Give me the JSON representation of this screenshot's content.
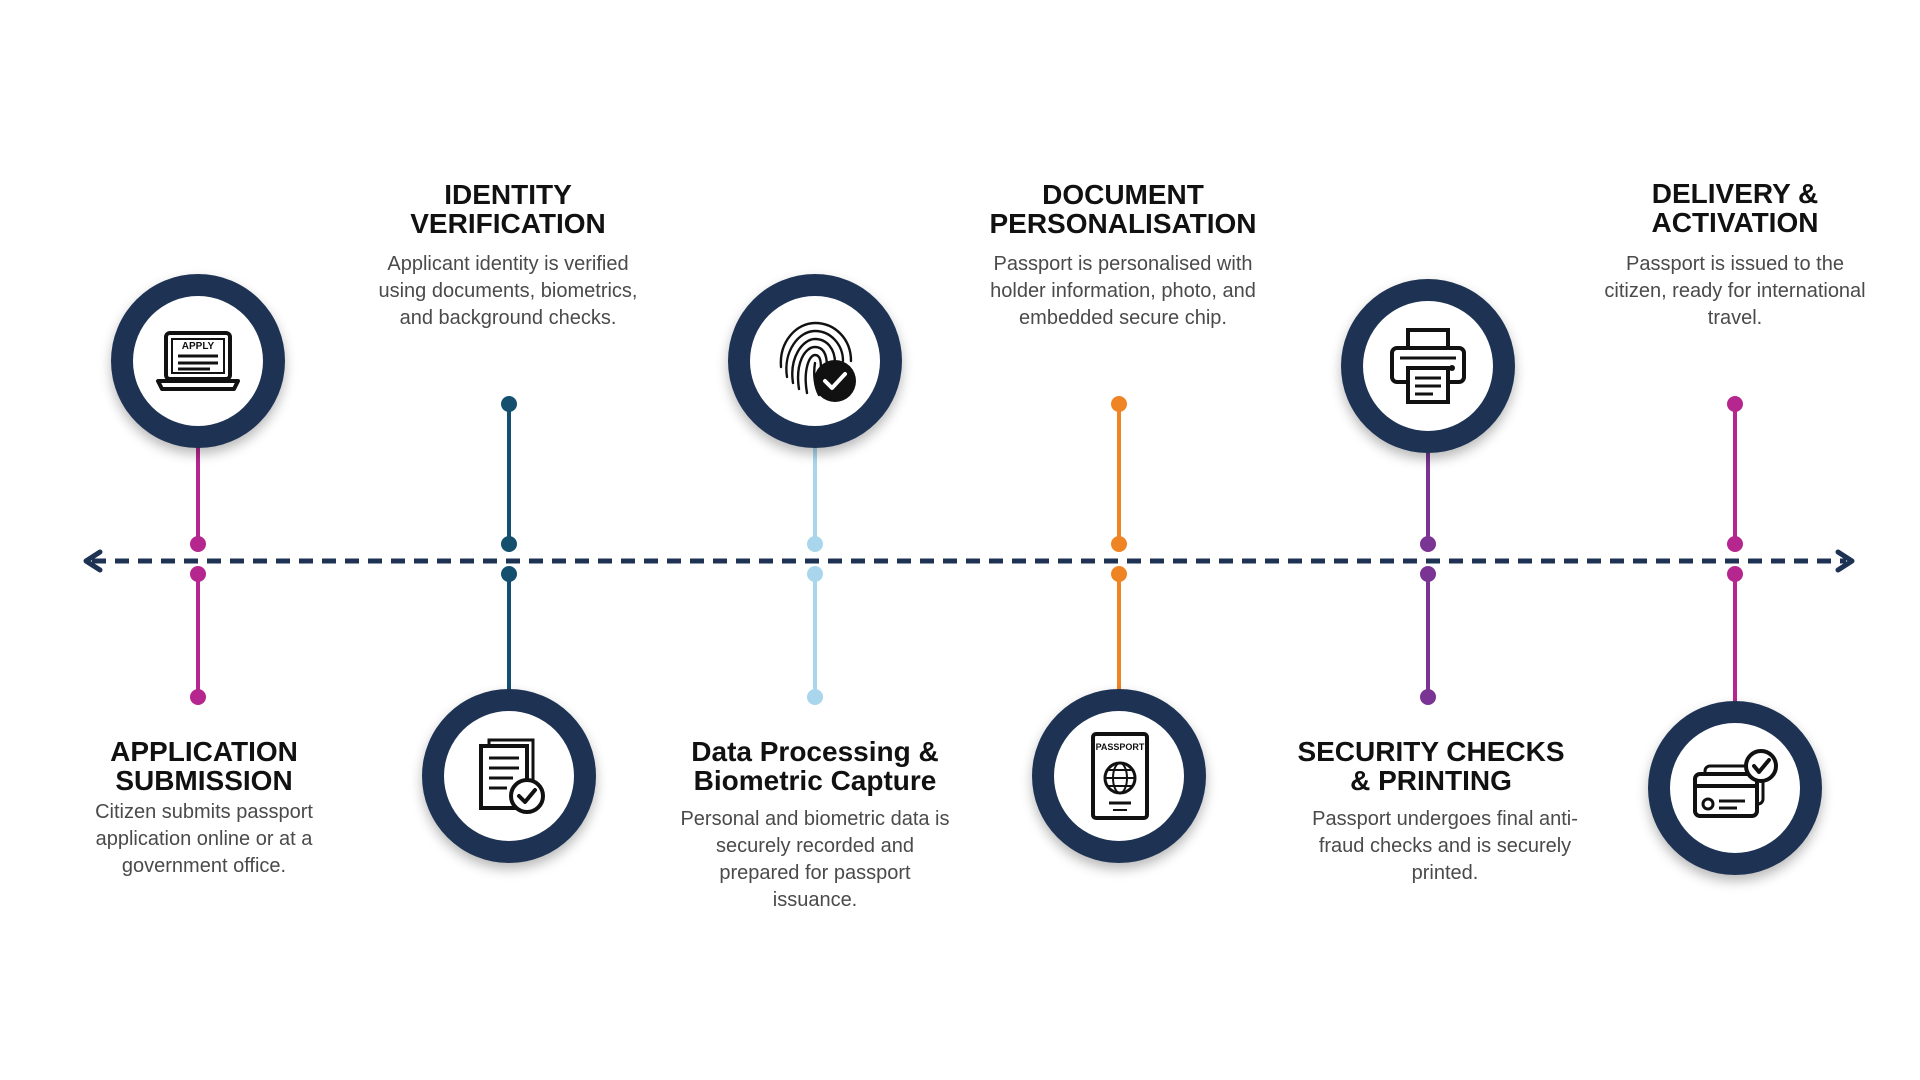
{
  "colors": {
    "navy": "#1e3354",
    "axis": "#1e3354",
    "magenta": "#b5278f",
    "teal": "#14506e",
    "lightblue": "#a9d6ec",
    "orange": "#ef8424",
    "purple": "#7a3594",
    "title": "#111111",
    "description": "#4a4a4a"
  },
  "steps": [
    {
      "title_line1": "APPLICATION",
      "title_line2": "SUBMISSION",
      "description": "Citizen submits passport application online or at a government office.",
      "icon": "apply-laptop-icon",
      "icon_text": "APPLY",
      "color": "#b5278f"
    },
    {
      "title_line1": "IDENTITY",
      "title_line2": "VERIFICATION",
      "description": "Applicant identity is verified using documents, biometrics, and background checks.",
      "icon": "document-check-icon",
      "color": "#14506e"
    },
    {
      "title_line1": "Data Processing &",
      "title_line2": "Biometric Capture",
      "description": "Personal and biometric data is securely recorded and prepared for passport issuance.",
      "icon": "fingerprint-check-icon",
      "color": "#a9d6ec"
    },
    {
      "title_line1": "DOCUMENT",
      "title_line2": "PERSONALISATION",
      "description": "Passport is personalised with holder information, photo, and embedded secure chip.",
      "icon": "passport-icon",
      "icon_text": "PASSPORT",
      "color": "#ef8424"
    },
    {
      "title_line1": "SECURITY CHECKS",
      "title_line2": "& PRINTING",
      "description": "Passport undergoes final anti-fraud checks and is securely printed.",
      "icon": "printer-icon",
      "color": "#7a3594"
    },
    {
      "title_line1": "DELIVERY &",
      "title_line2": "ACTIVATION",
      "description": "Passport is issued to the citizen, ready for international travel.",
      "icon": "card-check-icon",
      "color": "#b5278f"
    }
  ]
}
